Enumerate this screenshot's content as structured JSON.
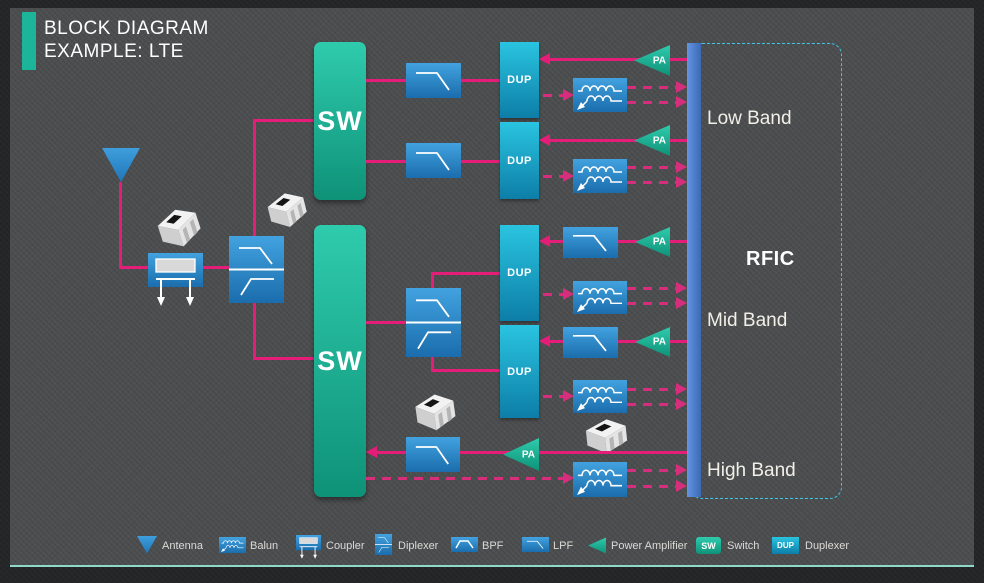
{
  "title": {
    "line1": "BLOCK DIAGRAM",
    "line2": "EXAMPLE: LTE"
  },
  "blocks": {
    "switch_label": "SW",
    "duplexer_label": "DUP",
    "power_amplifier_label": "PA"
  },
  "rfic": {
    "label": "RFIC",
    "low_band": "Low Band",
    "mid_band": "Mid Band",
    "high_band": "High Band"
  },
  "legend": {
    "items": [
      {
        "name": "antenna",
        "label": "Antenna"
      },
      {
        "name": "balun",
        "label": "Balun"
      },
      {
        "name": "coupler",
        "label": "Coupler"
      },
      {
        "name": "diplexer",
        "label": "Diplexer"
      },
      {
        "name": "bpf",
        "label": "BPF"
      },
      {
        "name": "lpf",
        "label": "LPF"
      },
      {
        "name": "power-amplifier",
        "label": "Power Amplifier"
      },
      {
        "name": "switch",
        "label": "Switch"
      },
      {
        "name": "duplexer",
        "label": "Duplexer"
      }
    ]
  },
  "colors": {
    "accent_teal": "#1db599",
    "block_blue": "#2e8ecf",
    "duplexer_cyan": "#18a9cf",
    "rfic_blue": "#4d80cc",
    "line_pink": "#e41e78",
    "background": "#4a4c4e"
  }
}
